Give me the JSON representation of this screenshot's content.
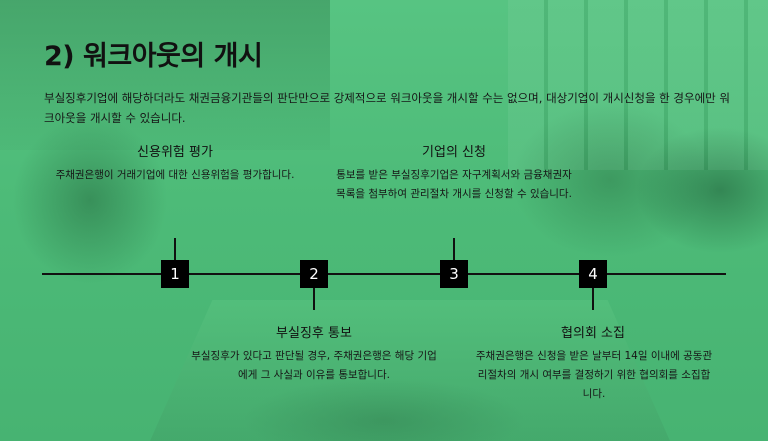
{
  "slide": {
    "title": "2) 워크아웃의 개시",
    "intro": "부실징후기업에 해당하더라도 채권금융기관들의 판단만으로 강제적으로 워크아웃을 개시할 수는 없으며, 대상기업이 개시신청을 한 경우에만 워크아웃을 개시할 수 있습니다."
  },
  "timeline": {
    "steps": [
      {
        "number": "1",
        "title": "신용위험 평가",
        "description": "주채권은행이 거래기업에 대한 신용위험을 평가합니다."
      },
      {
        "number": "2",
        "title": "부실징후 통보",
        "description": "부실징후가 있다고 판단될 경우, 주채권은행은 해당 기업에게 그 사실과 이유를 통보합니다."
      },
      {
        "number": "3",
        "title": "기업의 신청",
        "description": "통보를 받은 부실징후기업은 자구계획서와 금융채권자 목록을 첨부하여 관리절차 개시를 신청할 수 있습니다."
      },
      {
        "number": "4",
        "title": "협의회 소집",
        "description": "주채권은행은 신청을 받은 날부터 14일 이내에 공동관리절차의 개시 여부를 결정하기 위한 협의회를 소집합니다."
      }
    ]
  },
  "colors": {
    "background": "#4ec27a",
    "node": "#000000",
    "node_text": "#ffffff",
    "text": "#111111"
  }
}
